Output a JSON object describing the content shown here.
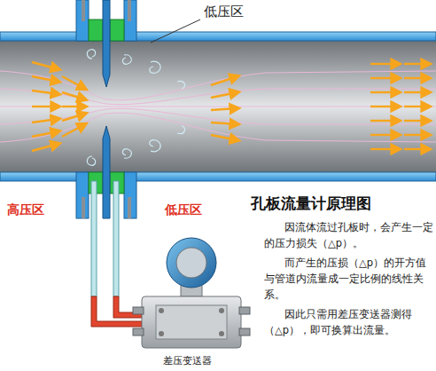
{
  "diagram": {
    "title": "孔板流量计原理图",
    "labels": [
      "低压区",
      "高压区",
      "低压区",
      "因流体流过孔板时，会产生一定的压力损失（△p）。",
      "而产生的压损（△p）的开方值与管道内流量成一定比例的线性关系。",
      "因此只需用差压变送器测得（△p），即可换算出流量。",
      "差压变送器"
    ]
  }
}
